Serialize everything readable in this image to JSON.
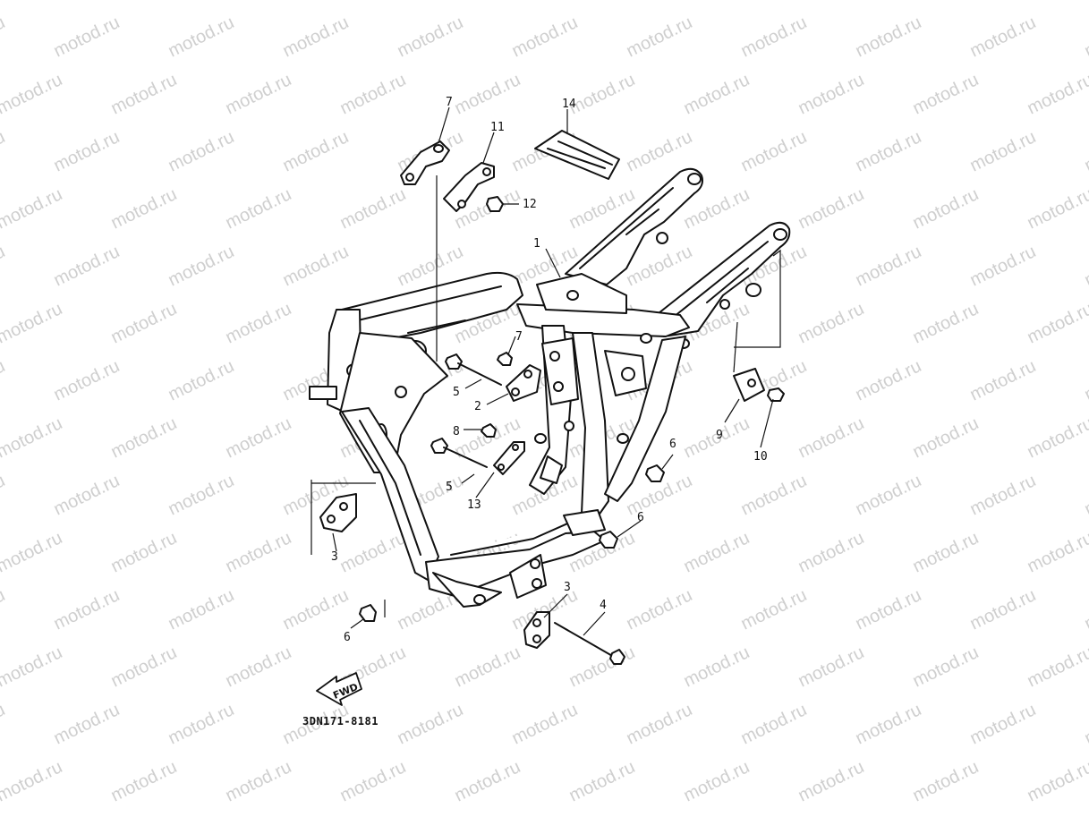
{
  "watermark": {
    "text": "motod.ru"
  },
  "callouts": [
    {
      "id": "c1",
      "label": "1"
    },
    {
      "id": "c2",
      "label": "2"
    },
    {
      "id": "c3a",
      "label": "3"
    },
    {
      "id": "c3b",
      "label": "3"
    },
    {
      "id": "c4",
      "label": "4"
    },
    {
      "id": "c5a",
      "label": "5"
    },
    {
      "id": "c5b",
      "label": "5"
    },
    {
      "id": "c6a",
      "label": "6"
    },
    {
      "id": "c6b",
      "label": "6"
    },
    {
      "id": "c6c",
      "label": "6"
    },
    {
      "id": "c7a",
      "label": "7"
    },
    {
      "id": "c7b",
      "label": "7"
    },
    {
      "id": "c8",
      "label": "8"
    },
    {
      "id": "c9",
      "label": "9"
    },
    {
      "id": "c10",
      "label": "10"
    },
    {
      "id": "c11",
      "label": "11"
    },
    {
      "id": "c12",
      "label": "12"
    },
    {
      "id": "c13",
      "label": "13"
    },
    {
      "id": "c14",
      "label": "14"
    }
  ],
  "fwd_label": "FWD",
  "diagram_code": "3DN171-8181"
}
